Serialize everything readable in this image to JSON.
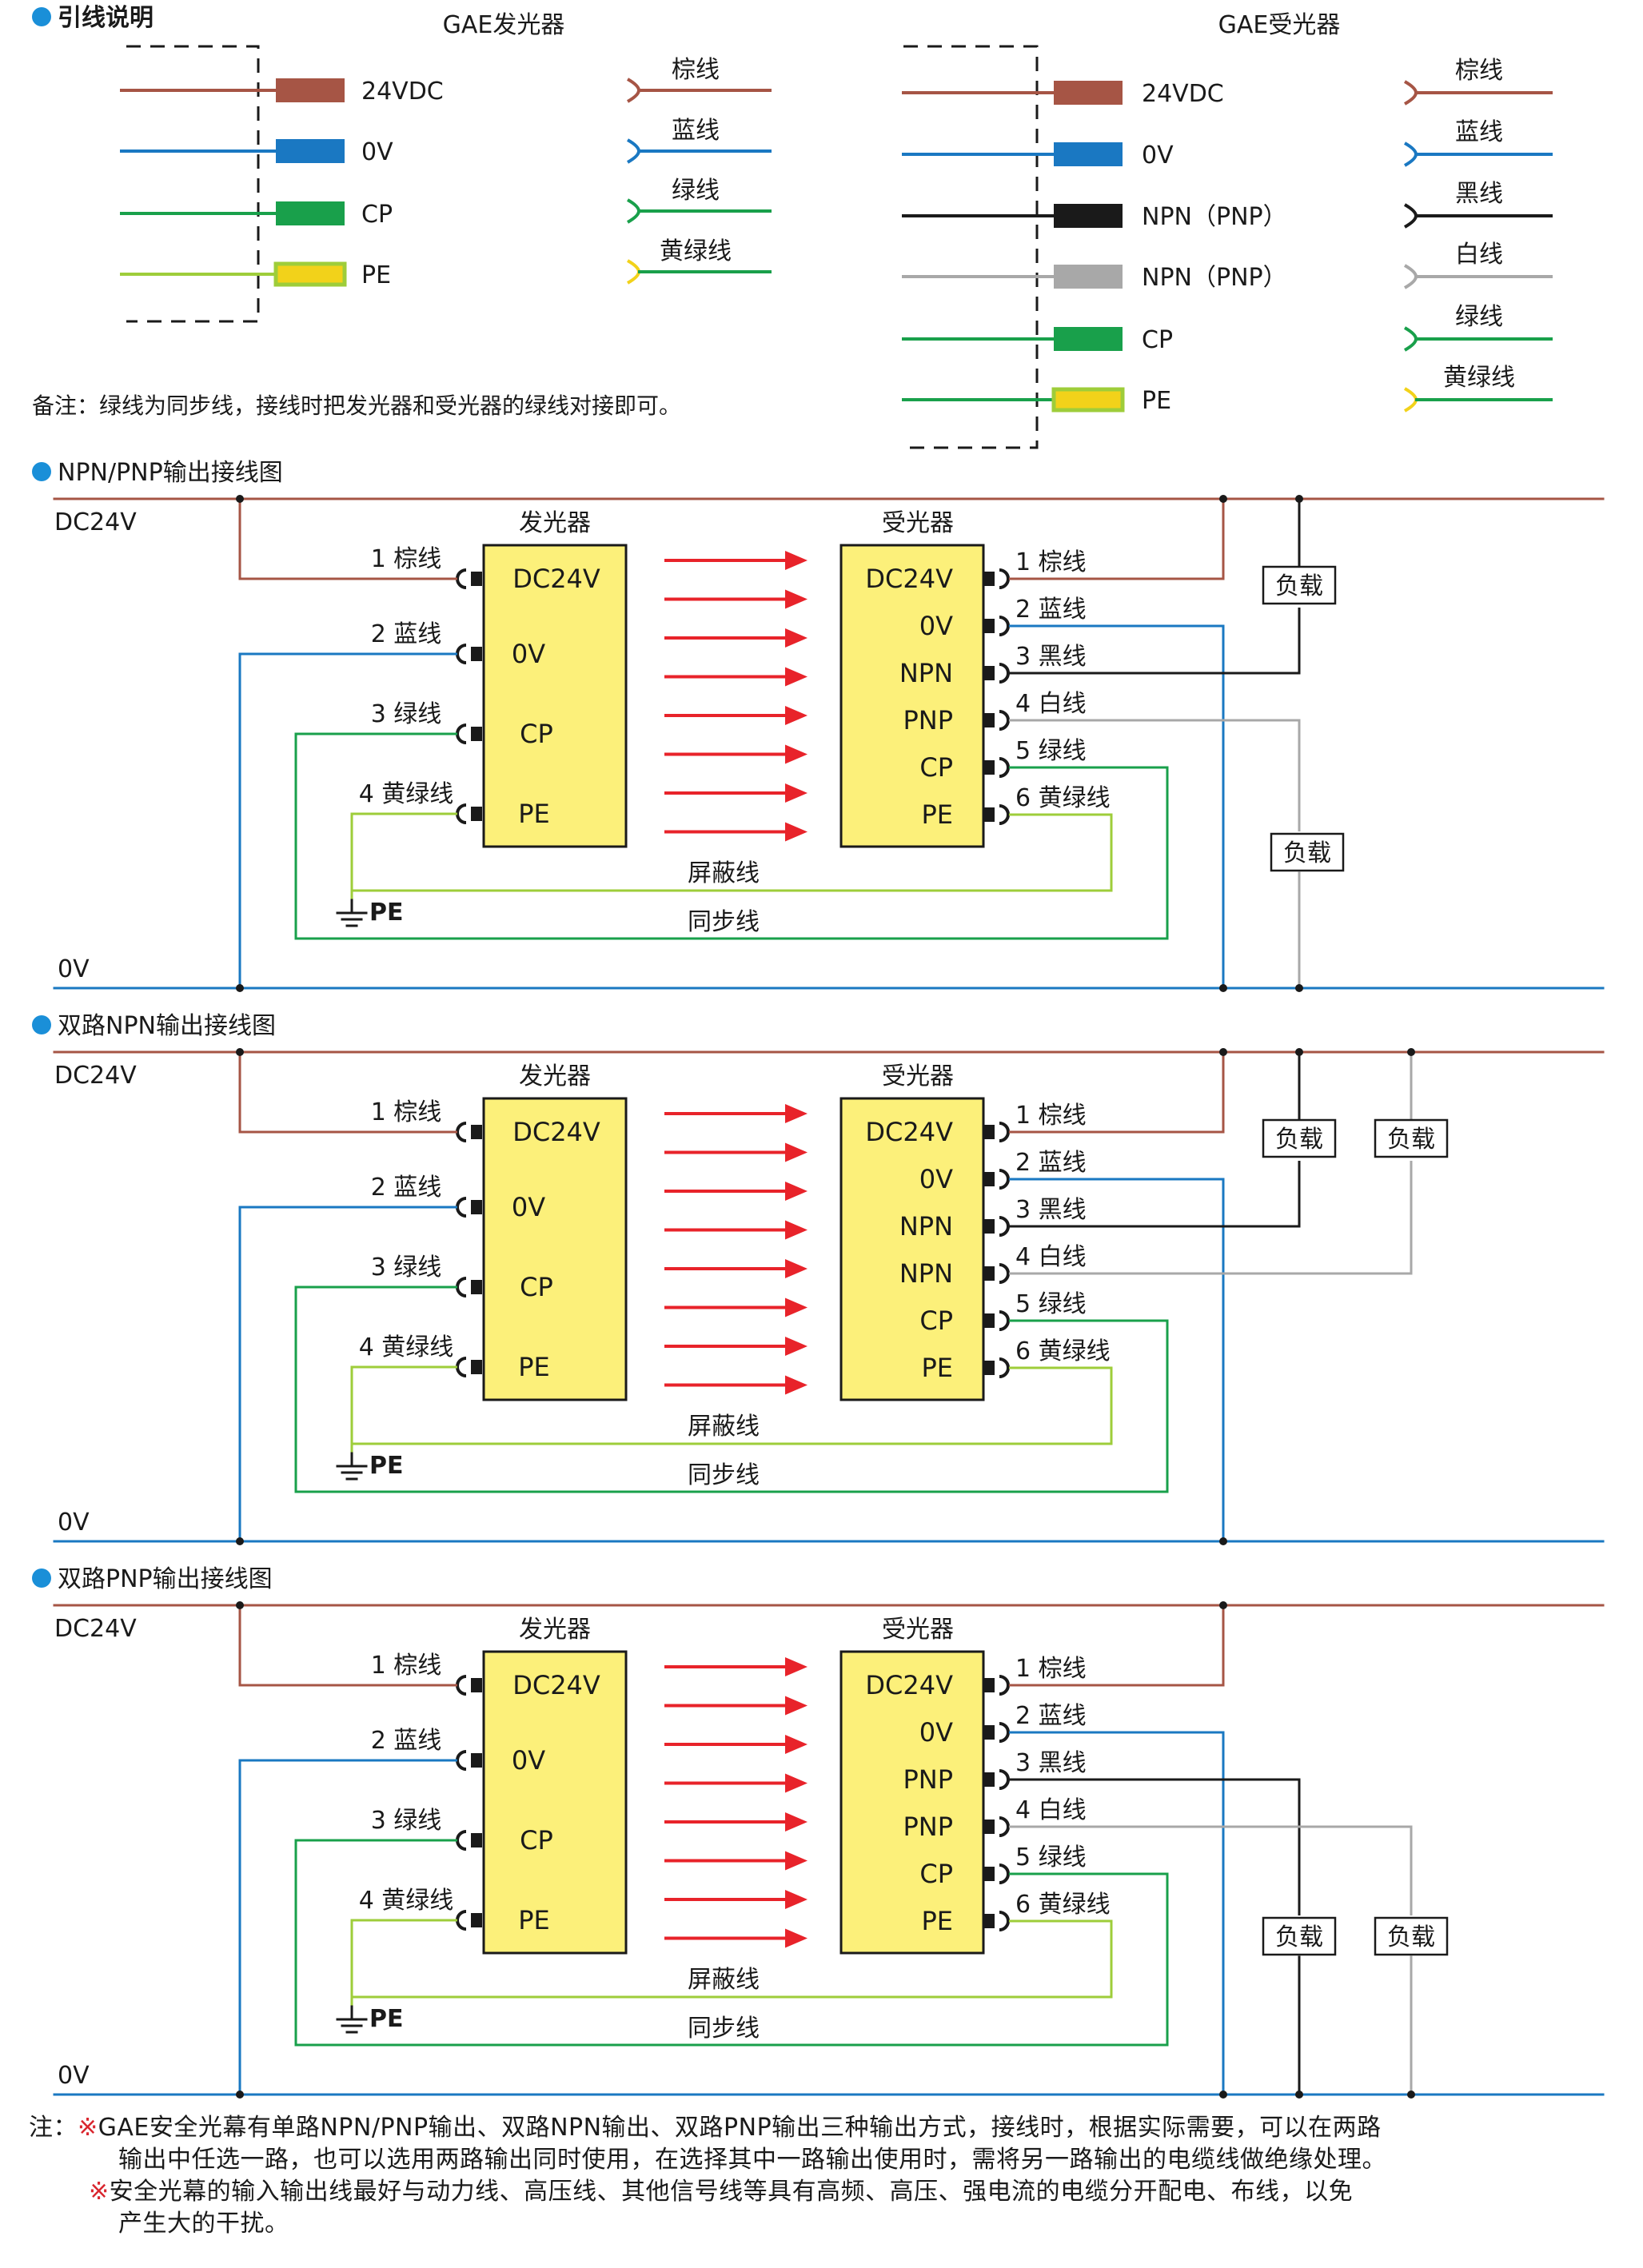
{
  "colors": {
    "brown": "#a65545",
    "blue": "#1a78c2",
    "green": "#19a04b",
    "black": "#1a1a1a",
    "gray": "#a8a8a8",
    "yellow_green": "#9ecd3a",
    "yellow": "#f2d21a",
    "device_fill": "#fcf07a",
    "arrow": "#e8232a",
    "bullet": "#1a8fd8"
  },
  "legend": {
    "heading": "引线说明",
    "emitter_title": "GAE发光器",
    "receiver_title": "GAE受光器",
    "emitter_wires": [
      {
        "label": "24VDC",
        "color": "brown",
        "name": "棕线"
      },
      {
        "label": "0V",
        "color": "blue",
        "name": "蓝线"
      },
      {
        "label": "CP",
        "color": "green",
        "name": "绿线"
      },
      {
        "label": "PE",
        "color": "yellow_green",
        "name": "黄绿线"
      }
    ],
    "receiver_wires": [
      {
        "label": "24VDC",
        "color": "brown",
        "name": "棕线"
      },
      {
        "label": "0V",
        "color": "blue",
        "name": "蓝线"
      },
      {
        "label": "NPN（PNP）",
        "color": "black",
        "name": "黑线"
      },
      {
        "label": "NPN（PNP）",
        "color": "gray",
        "name": "白线"
      },
      {
        "label": "CP",
        "color": "green",
        "name": "绿线"
      },
      {
        "label": "PE",
        "color": "yellow_green",
        "name": "黄绿线"
      }
    ],
    "remark": "备注：绿线为同步线，接线时把发光器和受光器的绿线对接即可。"
  },
  "sections": [
    {
      "title": "NPN/PNP输出接线图",
      "dc_label": "DC24V",
      "ov_label": "0V",
      "emitter_title": "发光器",
      "receiver_title": "受光器",
      "emitter_pins": [
        "DC24V",
        "0V",
        "CP",
        "PE"
      ],
      "emitter_wires": [
        "1 棕线",
        "2 蓝线",
        "3 绿线",
        "4 黄绿线"
      ],
      "receiver_pins": [
        "DC24V",
        "0V",
        "NPN",
        "PNP",
        "CP",
        "PE"
      ],
      "receiver_wires": [
        "1 棕线",
        "2 蓝线",
        "3 黑线",
        "4 白线",
        "5 绿线",
        "6 黄绿线"
      ],
      "load_labels": [
        "负载",
        "负载"
      ],
      "shield_label": "屏蔽线",
      "sync_label": "同步线",
      "ground_label": "PE"
    },
    {
      "title": "双路NPN输出接线图",
      "dc_label": "DC24V",
      "ov_label": "0V",
      "emitter_title": "发光器",
      "receiver_title": "受光器",
      "emitter_pins": [
        "DC24V",
        "0V",
        "CP",
        "PE"
      ],
      "emitter_wires": [
        "1 棕线",
        "2 蓝线",
        "3 绿线",
        "4 黄绿线"
      ],
      "receiver_pins": [
        "DC24V",
        "0V",
        "NPN",
        "NPN",
        "CP",
        "PE"
      ],
      "receiver_wires": [
        "1 棕线",
        "2 蓝线",
        "3 黑线",
        "4 白线",
        "5 绿线",
        "6 黄绿线"
      ],
      "load_labels": [
        "负载",
        "负载"
      ],
      "shield_label": "屏蔽线",
      "sync_label": "同步线",
      "ground_label": "PE"
    },
    {
      "title": "双路PNP输出接线图",
      "dc_label": "DC24V",
      "ov_label": "0V",
      "emitter_title": "发光器",
      "receiver_title": "受光器",
      "emitter_pins": [
        "DC24V",
        "0V",
        "CP",
        "PE"
      ],
      "emitter_wires": [
        "1 棕线",
        "2 蓝线",
        "3 绿线",
        "4 黄绿线"
      ],
      "receiver_pins": [
        "DC24V",
        "0V",
        "PNP",
        "PNP",
        "CP",
        "PE"
      ],
      "receiver_wires": [
        "1 棕线",
        "2 蓝线",
        "3 黑线",
        "4 白线",
        "5 绿线",
        "6 黄绿线"
      ],
      "load_labels": [
        "负载",
        "负载"
      ],
      "shield_label": "屏蔽线",
      "sync_label": "同步线",
      "ground_label": "PE"
    }
  ],
  "notes": {
    "prefix": "注：",
    "mark": "※",
    "note1_line1": "GAE安全光幕有单路NPN/PNP输出、双路NPN输出、双路PNP输出三种输出方式，接线时，根据实际需要，可以在两路",
    "note1_line2": "输出中任选一路，也可以选用两路输出同时使用，在选择其中一路输出使用时，需将另一路输出的电缆线做绝缘处理。",
    "note2_line1": "安全光幕的输入输出线最好与动力线、高压线、其他信号线等具有高频、高压、强电流的电缆分开配电、布线，以免",
    "note2_line2": "产生大的干扰。"
  }
}
